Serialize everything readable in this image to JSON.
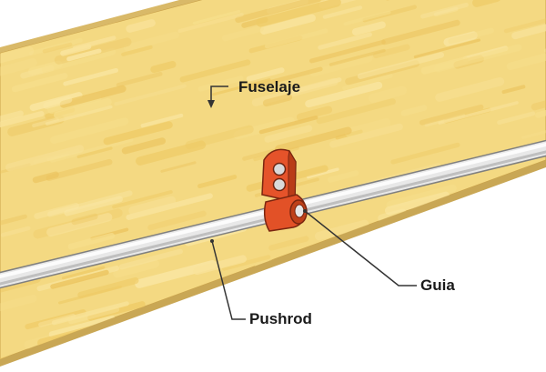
{
  "labels": {
    "fuselage": "Fuselaje",
    "guide": "Guia",
    "pushrod": "Pushrod"
  },
  "colors": {
    "wood_light": "#f6dd8a",
    "wood_mid": "#efcc6c",
    "wood_edge": "#e4c06a",
    "rod": "#e4e4e4",
    "rod_outline": "#8a8a8a",
    "guide_body": "#e8552a",
    "guide_dark": "#b83a17",
    "guide_hole": "#d8d8d8",
    "leader": "#333333"
  },
  "icons": {
    "pointer": "arrow-down-icon"
  }
}
